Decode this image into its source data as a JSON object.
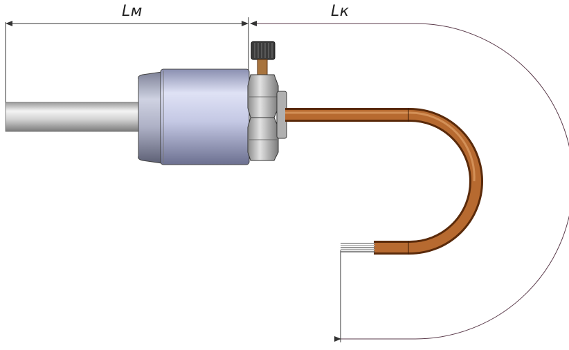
{
  "dimensions": {
    "lm_label": "Lм",
    "lk_label": "Lк"
  },
  "colors": {
    "cable": "#a65a22",
    "cable_dark": "#6b3510",
    "body_metal": "#c9cde8",
    "rod_metal": "#d8d8d8",
    "nut_metal": "#c2c2c2",
    "dimension_line": "#333333",
    "arc_line": "#5a3a4a"
  },
  "icons": [
    "sensor-rod",
    "sensor-body",
    "hex-nut",
    "cable",
    "wire-ends",
    "screw-cap"
  ]
}
